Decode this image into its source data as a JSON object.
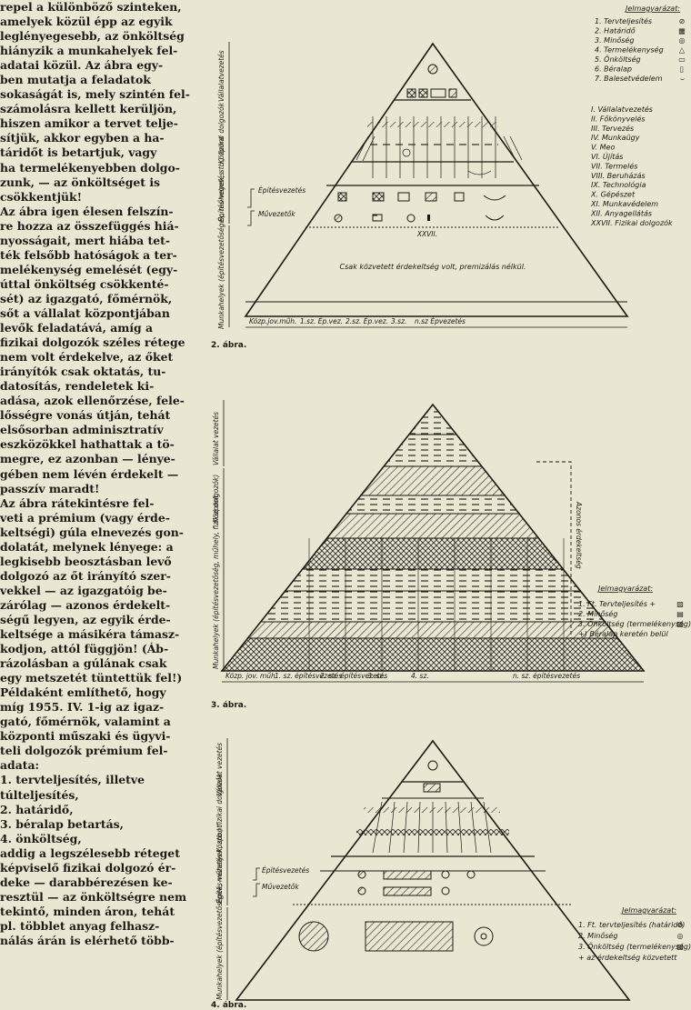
{
  "text_lines": [
    "repel a különböző szinteken,",
    "amelyek közül épp az egyik",
    "leglényegesebb, az önköltség",
    "hiányzik a munkahelyek fel-",
    "adatai közül. Az ábra egy-",
    "ben mutatja a feladatok",
    "sokaságát is, mely szintén fel-",
    "számolásra kellett kerüljön,",
    "hiszen amikor a tervet telje-",
    "sítjük, akkor egyben a ha-",
    "táridőt is betartjuk, vagy",
    "ha termelékenyebben dolgo-",
    "zunk, — az önköltséget is",
    "csökkentjük!",
    "  Az ábra igen élesen felszín-",
    "re hozza az összefüggés hiá-",
    "nyosságait, mert hiába tet-",
    "ték felsőbb hatóságok a ter-",
    "melékenység emelését (egy-",
    "úttal önköltség csökkenté-",
    "sét) az igazgató, főmérnök,",
    "sőt a vállalat központjában",
    "levők feladatává, amíg a",
    "fizikai dolgozók széles rétege",
    "nem volt érdekelve, az őket",
    "irányítók csak oktatás, tu-",
    "datosítás, rendeletek ki-",
    "adása, azok ellenőrzése, fele-",
    "lősségre vonás útján, tehát",
    "elsősorban adminisztratív",
    "eszközökkel hathattak a tö-",
    "megre, ez azonban — lénye-",
    "gében nem lévén érdekelt —",
    "passzív maradt!",
    "  Az ábra rátekintésre fel-",
    "veti a prémium (vagy érde-",
    "keltségi) gúla elnevezés gon-",
    "dolatát, melynek lényege: a",
    "legkisebb beosztásban levő",
    "dolgozó az őt irányító szer-",
    "vekkel — az igazgatóig be-",
    "zárólag — azonos érdekelt-",
    "ségű legyen, az egyik érde-",
    "keltsége a másikéra támasz-",
    "kodjon, attól függjön! (Áb-",
    "rázolásban a gúlának csak",
    "egy metszetét tüntettük fel!)",
    "  Példaként említhető, hogy",
    "míg 1955. IV. 1-ig az igaz-",
    "gató, főmérnök, valamint a",
    "központi műszaki és ügyvi-",
    "teli dolgozók prémium fel-",
    "adata:",
    "  1. tervteljesítés, illetve",
    "túlteljesítés,",
    "  2. határidő,",
    "  3. béralap betartás,",
    "  4. önköltség,",
    "addig a legszélesebb réteget",
    "képviselő fizikai dolgozó ér-",
    "deke — darabbérezésen ke-",
    "resztül — az önköltségre nem",
    "tekintő, minden áron, tehát",
    "pl. többlet anyag felhasz-",
    "nálás árán is elérhető több-"
  ],
  "fig2": {
    "caption": "2. ábra.",
    "side_labels": [
      "Vállalatvezetés",
      "Központ",
      "Építés-vezetés",
      "Munkahelyek (építésvezetőségek, műhelyek, stb.) fizikai dolgozók"
    ],
    "inner_labels": [
      "Építésvezetés",
      "Művezetők"
    ],
    "bottom_note": "Csak közvetett érdekeltség volt, premizálás nélkül.",
    "roman_mark": "XXVII.",
    "base_labels": [
      "Közp.jov.műh.",
      "1.sz. Ép.vez.",
      "2.sz. Ép.vez.",
      "3.sz.",
      "n.sz Épvezetés"
    ],
    "legend_title": "Jelmagyarázat:",
    "legend_a": [
      {
        "text": "1. Tervteljesítés",
        "sym": "⊘"
      },
      {
        "text": "2. Határidő",
        "sym": "▦"
      },
      {
        "text": "3. Minőség",
        "sym": "◎"
      },
      {
        "text": "4. Termelékenység",
        "sym": "△"
      },
      {
        "text": "5. Önköltség",
        "sym": "▭"
      },
      {
        "text": "6. Béralap",
        "sym": "▯"
      },
      {
        "text": "7. Balesetvédelem",
        "sym": "⌣"
      }
    ],
    "legend_b": [
      "I. Vállalatvezetés",
      "II. Főkönyvelés",
      "III. Tervezés",
      "IV. Munkaügy",
      "V. Meo",
      "VI. Újítás",
      "VII. Termelés",
      "VIII. Beruházás",
      "IX. Technológia",
      "X. Gépészet",
      "XI. Munkavédelem",
      "XII. Anyagellátás",
      "XXVII. Fizikai dolgozók"
    ]
  },
  "fig3": {
    "caption": "3. ábra.",
    "side_labels": [
      "Vállalat vezetés",
      "Központ",
      "Munkahelyek (építésvezetőség, műhely, fizikai dolgozók)"
    ],
    "bracket_label": "Azonos érdekeltség",
    "base_labels": [
      "Közp. jov. műh.",
      "1. sz. építésvezetés",
      "2. sz. építésvezetés",
      "3. sz.",
      "4. sz.",
      "n. sz. építésvezetés"
    ],
    "legend_title": "Jelmagyarázat:",
    "legend": [
      {
        "text": "1. Ft. Tervteljesítés +",
        "sym": "▨"
      },
      {
        "text": "2. Minőség",
        "sym": "▤"
      },
      {
        "text": "3. Önköltség (termelékenység)",
        "sym": "▧"
      },
      {
        "text": "+) Béralap keretén belül",
        "sym": ""
      }
    ]
  },
  "fig4": {
    "caption": "4. ábra.",
    "side_labels": [
      "Vállalat vezetés",
      "Központ",
      "Építés-vezetés",
      "Munkahelyek (építésvezetőségek, műhelyek, stb.) fizikai dolgozók"
    ],
    "inner_labels": [
      "Építésvezetés",
      "Művezetők"
    ],
    "legend_title": "Jelmagyarázat:",
    "legend": [
      {
        "text": "1. Ft. tervteljesítés (határidő)",
        "sym": "⊘"
      },
      {
        "text": "2. Minőség",
        "sym": "◎"
      },
      {
        "text": "3. Önköltség (termelékenység)",
        "sym": "▨"
      },
      {
        "text": "+ az érdekeltség közvetett",
        "sym": ""
      }
    ]
  }
}
